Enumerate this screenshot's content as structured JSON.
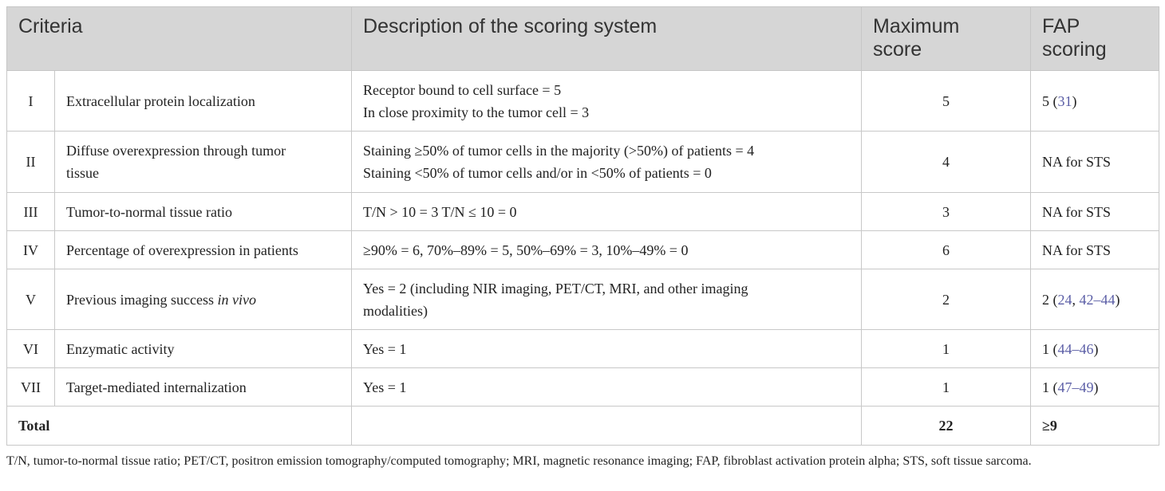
{
  "table": {
    "headers": {
      "criteria": "Criteria",
      "description": "Description of the scoring system",
      "max_score_line1": "Maximum",
      "max_score_line2": "score",
      "fap_line1": "FAP",
      "fap_line2": "scoring"
    },
    "rows": [
      {
        "num": "I",
        "criterion": "Extracellular protein localization",
        "desc_line1": "Receptor bound to cell surface = 5",
        "desc_line2": "In close proximity to the tumor cell = 3",
        "max": "5",
        "fap_prefix": "5 (",
        "fap_refs": "31",
        "fap_suffix": ")"
      },
      {
        "num": "II",
        "criterion_line1": "Diffuse overexpression through tumor",
        "criterion_line2": "tissue",
        "desc_line1": "Staining ≥50% of tumor cells in the majority (>50%) of patients = 4",
        "desc_line2": "Staining <50% of tumor cells and/or in <50% of patients = 0",
        "max": "4",
        "fap": "NA for STS"
      },
      {
        "num": "III",
        "criterion": "Tumor-to-normal tissue ratio",
        "desc": "T/N > 10 = 3 T/N ≤ 10 = 0",
        "max": "3",
        "fap": "NA for STS"
      },
      {
        "num": "IV",
        "criterion": "Percentage of overexpression in patients",
        "desc": "≥90% = 6, 70%–89% = 5, 50%–69% = 3, 10%–49% = 0",
        "max": "6",
        "fap": "NA for STS"
      },
      {
        "num": "V",
        "criterion_text": "Previous imaging success ",
        "criterion_italic": "in vivo",
        "desc_line1": "Yes = 2 (including NIR imaging, PET/CT, MRI, and other imaging",
        "desc_line2": "modalities)",
        "max": "2",
        "fap_prefix": "2 (",
        "fap_ref_a": "24",
        "fap_sep": ", ",
        "fap_ref_b": "42–44",
        "fap_suffix": ")"
      },
      {
        "num": "VI",
        "criterion": "Enzymatic activity",
        "desc": "Yes = 1",
        "max": "1",
        "fap_prefix": "1 (",
        "fap_refs": "44–46",
        "fap_suffix": ")"
      },
      {
        "num": "VII",
        "criterion": "Target-mediated internalization",
        "desc": "Yes = 1",
        "max": "1",
        "fap_prefix": "1 (",
        "fap_refs": "47–49",
        "fap_suffix": ")"
      }
    ],
    "total": {
      "label": "Total",
      "max": "22",
      "fap": "≥9"
    }
  },
  "footnote": "T/N, tumor-to-normal tissue ratio; PET/CT, positron emission tomography/computed tomography; MRI, magnetic resonance imaging; FAP, fibroblast activation protein alpha; STS, soft tissue sarcoma."
}
